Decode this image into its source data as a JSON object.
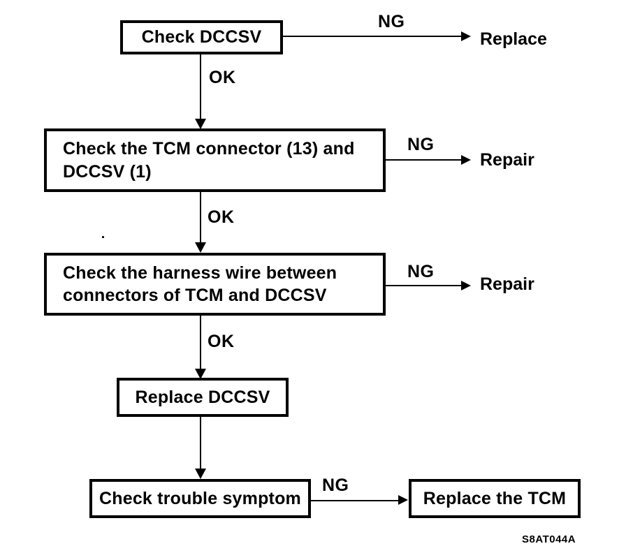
{
  "flowchart": {
    "boxes": [
      {
        "text": "Check DCCSV"
      },
      {
        "text": "Check the TCM connector (13) and DCCSV (1)"
      },
      {
        "text": "Check the harness wire between connectors of TCM and DCCSV"
      },
      {
        "text": "Replace DCCSV"
      },
      {
        "text": "Check trouble symptom"
      },
      {
        "text": "Replace the TCM"
      }
    ],
    "labels": {
      "ok": "OK",
      "ng": "NG"
    },
    "results": {
      "replace": "Replace",
      "repair": "Repair"
    },
    "figure_code": "S8AT044A",
    "colors": {
      "line": "#000000",
      "background": "#ffffff"
    }
  }
}
